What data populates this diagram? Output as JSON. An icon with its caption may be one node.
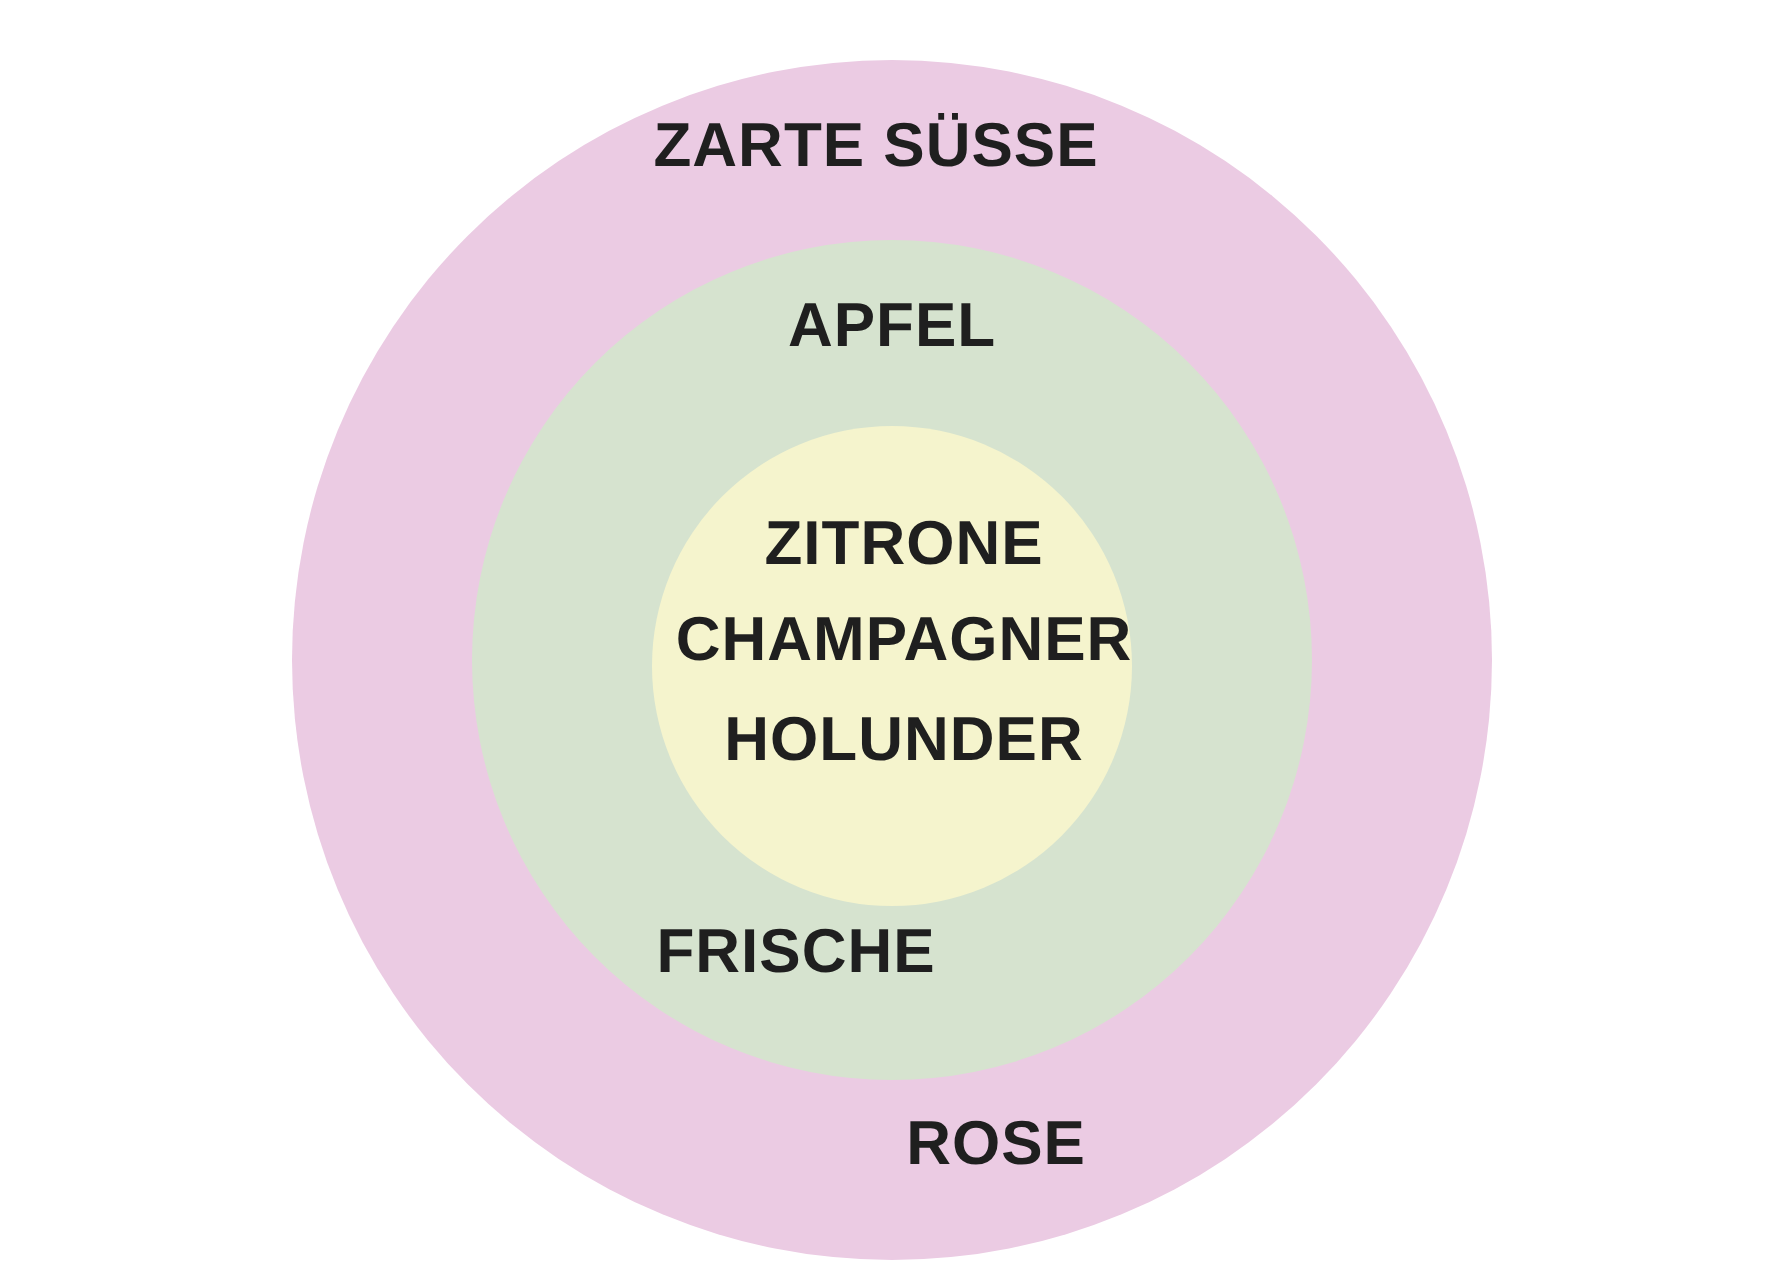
{
  "diagram": {
    "nodes": [
      {
        "text": [
          "ZARTE SÜSSE",
          "ROSE"
        ]
      },
      {
        "text": [
          "APFEL",
          "FRISCHE"
        ],
        "in": 0
      },
      {
        "text": [
          "ZITRONE",
          "CHAMPAGNER",
          "HOLUNDER"
        ],
        "in": 1
      }
    ]
  }
}
